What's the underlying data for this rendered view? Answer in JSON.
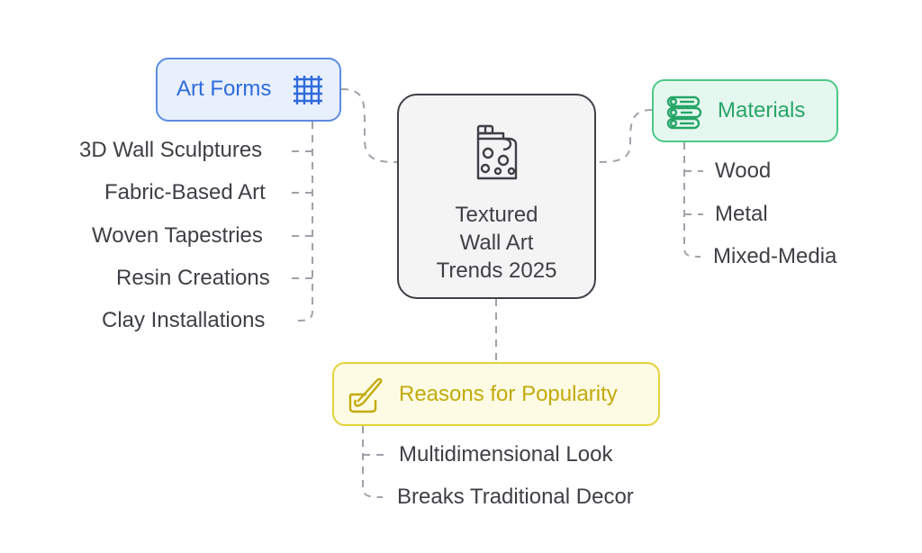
{
  "center": {
    "title_lines": [
      "Textured",
      "Wall Art",
      "Trends 2025"
    ],
    "icon": "wallpaper-roll-icon"
  },
  "branches": {
    "art_forms": {
      "label": "Art Forms",
      "icon": "grid-mesh-icon",
      "color": "#2f6bdc",
      "items": [
        "3D Wall Sculptures",
        "Fabric-Based Art",
        "Woven Tapestries",
        "Resin Creations",
        "Clay Installations"
      ]
    },
    "materials": {
      "label": "Materials",
      "icon": "material-swatches-icon",
      "color": "#27a568",
      "items": [
        "Wood",
        "Metal",
        "Mixed-Media"
      ]
    },
    "reasons": {
      "label": "Reasons for Popularity",
      "icon": "paintbrush-bucket-icon",
      "color": "#c3aa0c",
      "items": [
        "Multidimensional Look",
        "Breaks Traditional Decor"
      ]
    }
  },
  "colors": {
    "connector": "#a1a1aa",
    "text": "#3f3f46"
  }
}
